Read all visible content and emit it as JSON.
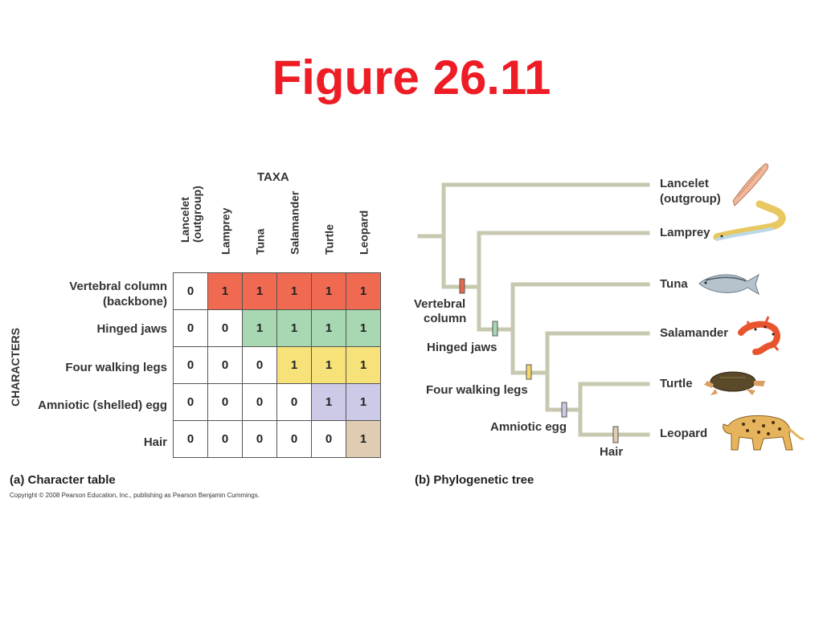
{
  "title": "Figure 26.11",
  "table": {
    "taxa_heading": "TAXA",
    "characters_heading": "CHARACTERS",
    "taxa": [
      "Lancelet\n(outgroup)",
      "Lamprey",
      "Tuna",
      "Salamander",
      "Turtle",
      "Leopard"
    ],
    "rows": [
      {
        "label": "Vertebral column\n(backbone)",
        "values": [
          "0",
          "1",
          "1",
          "1",
          "1",
          "1"
        ],
        "color": "#ef6a50"
      },
      {
        "label": "Hinged jaws",
        "values": [
          "0",
          "0",
          "1",
          "1",
          "1",
          "1"
        ],
        "color": "#a7d8b2"
      },
      {
        "label": "Four walking legs",
        "values": [
          "0",
          "0",
          "0",
          "1",
          "1",
          "1"
        ],
        "color": "#f7e27a"
      },
      {
        "label": "Amniotic (shelled) egg",
        "values": [
          "0",
          "0",
          "0",
          "0",
          "1",
          "1"
        ],
        "color": "#cccae6"
      },
      {
        "label": "Hair",
        "values": [
          "0",
          "0",
          "0",
          "0",
          "0",
          "1"
        ],
        "color": "#e0ccb2"
      }
    ],
    "caption": "(a) Character table"
  },
  "tree": {
    "caption": "(b) Phylogenetic tree",
    "branch_color": "#c8c8b0",
    "taxa": [
      "Lancelet\n(outgroup)",
      "Lamprey",
      "Tuna",
      "Salamander",
      "Turtle",
      "Leopard"
    ],
    "traits": [
      {
        "label": "Vertebral\ncolumn",
        "color": "#e8664c"
      },
      {
        "label": "Hinged jaws",
        "color": "#a7d8b2"
      },
      {
        "label": "Four walking legs",
        "color": "#f4d86a"
      },
      {
        "label": "Amniotic egg",
        "color": "#cccae6"
      },
      {
        "label": "Hair",
        "color": "#e0ccb2"
      }
    ],
    "animal_icons": [
      "lancelet-icon",
      "lamprey-icon",
      "tuna-icon",
      "salamander-icon",
      "turtle-icon",
      "leopard-icon"
    ]
  },
  "copyright": "Copyright © 2008 Pearson Education, Inc., publishing as Pearson Benjamin Cummings."
}
